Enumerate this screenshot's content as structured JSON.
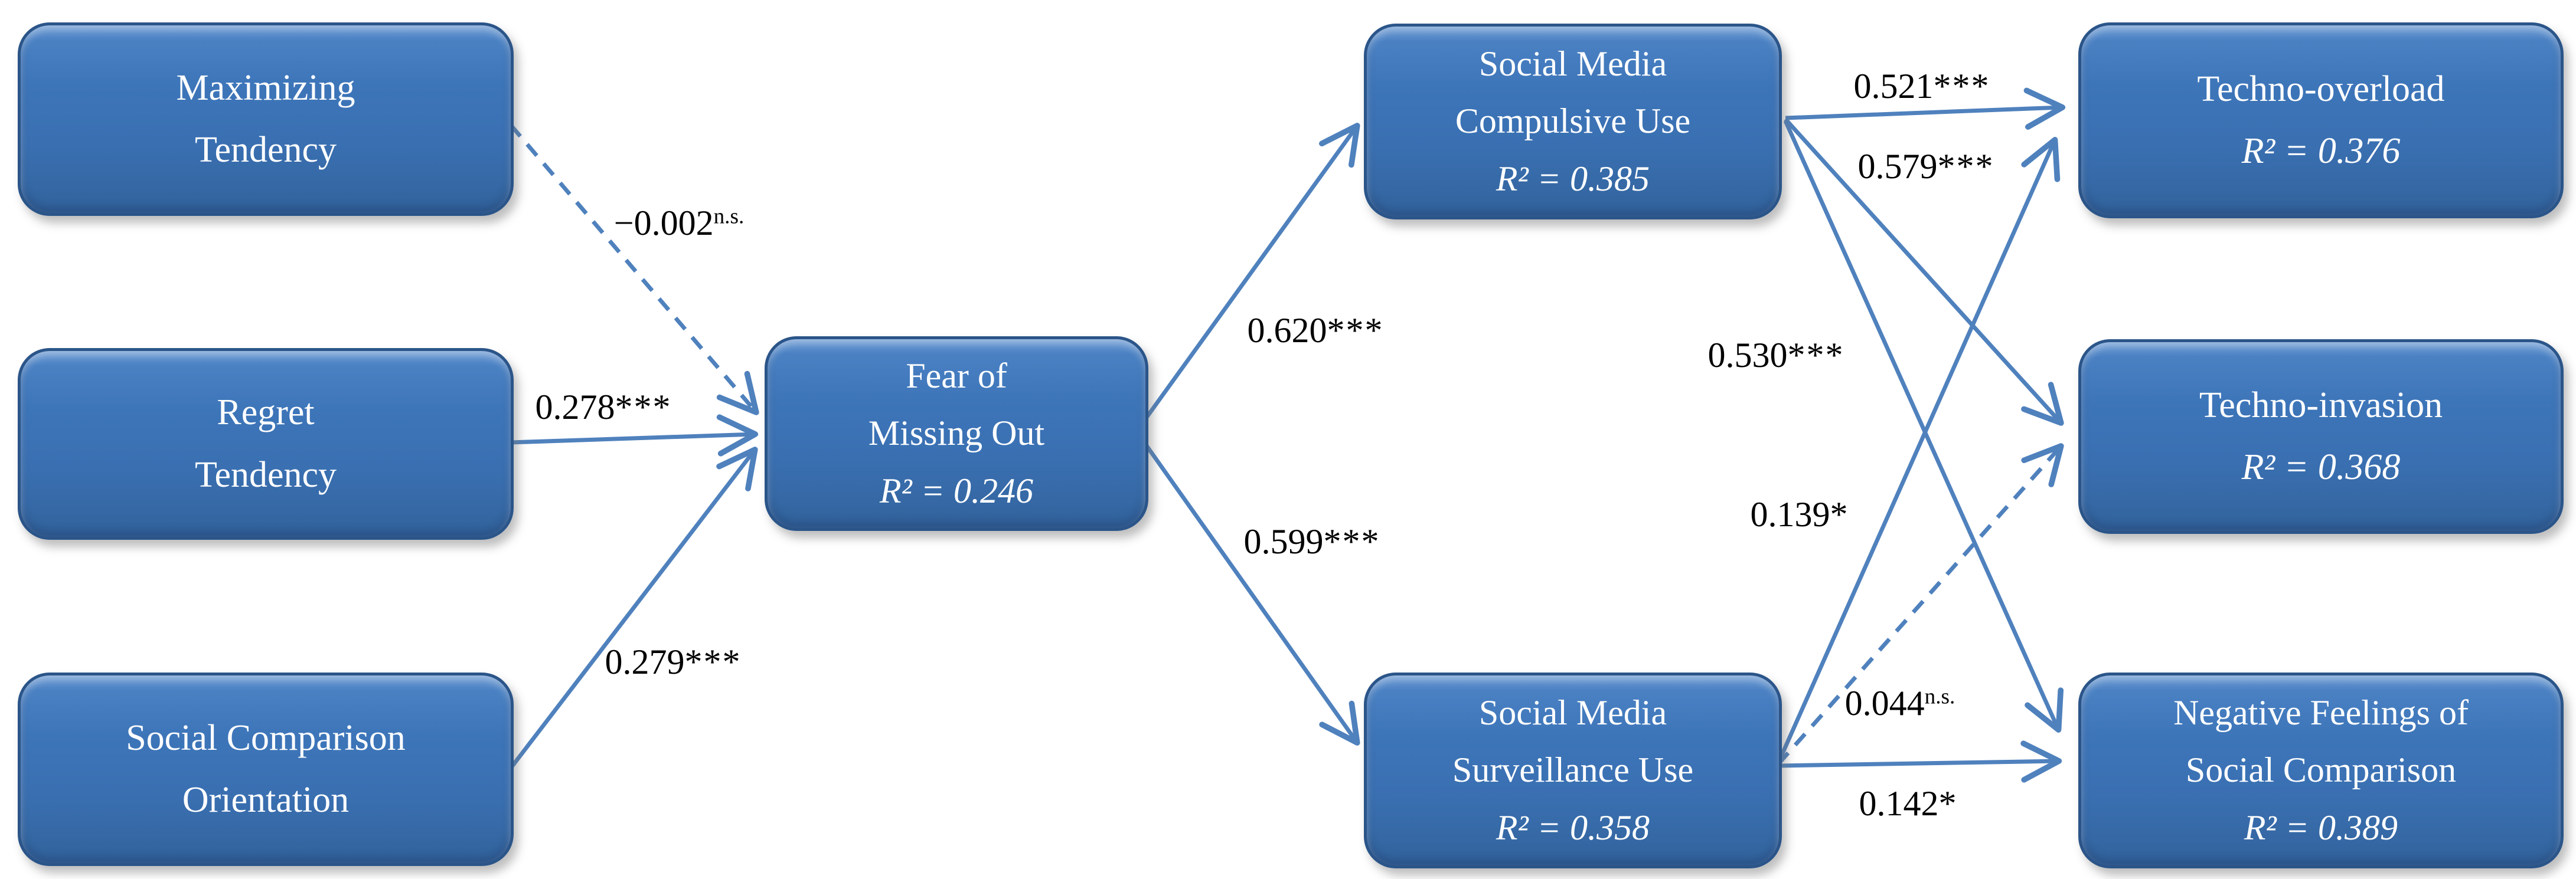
{
  "figure": {
    "type": "path-diagram",
    "background": "#ffffff",
    "colors": {
      "node_fill": "#3d75b9",
      "node_border": "#2b5589",
      "node_text": "#ffffff",
      "arrow": "#4f81bd",
      "path_label_text": "#000000"
    }
  },
  "nodes": {
    "maximizing": {
      "line1": "Maximizing",
      "line2": "Tendency"
    },
    "regret": {
      "line1": "Regret",
      "line2": "Tendency"
    },
    "social_comparison": {
      "line1": "Social Comparison",
      "line2": "Orientation"
    },
    "fomo": {
      "line1": "Fear of",
      "line2": "Missing Out",
      "r2": "R² = 0.246"
    },
    "smcu": {
      "line1": "Social Media",
      "line2": "Compulsive Use",
      "r2": "R² = 0.385"
    },
    "smsu": {
      "line1": "Social Media",
      "line2": "Surveillance Use",
      "r2": "R² = 0.358"
    },
    "techno_overload": {
      "line1": "Techno-overload",
      "r2": "R² = 0.376"
    },
    "techno_invasion": {
      "line1": "Techno-invasion",
      "r2": "R² = 0.368"
    },
    "negative_feelings": {
      "line1": "Negative Feelings of",
      "line2": "Social Comparison",
      "r2": "R² = 0.389"
    }
  },
  "paths": {
    "maximizing_fomo": {
      "coef": "−0.002",
      "sig": "n.s.",
      "style": "dashed"
    },
    "regret_fomo": {
      "coef": "0.278",
      "sig": "***",
      "style": "solid"
    },
    "sco_fomo": {
      "coef": "0.279",
      "sig": "***",
      "style": "solid"
    },
    "fomo_smcu": {
      "coef": "0.620",
      "sig": "***",
      "style": "solid"
    },
    "fomo_smsu": {
      "coef": "0.599",
      "sig": "***",
      "style": "solid"
    },
    "smcu_overload": {
      "coef": "0.521",
      "sig": "***",
      "style": "solid"
    },
    "smsu_overload": {
      "coef": "0.579",
      "sig": "***",
      "style": "solid"
    },
    "smcu_invasion": {
      "coef": "0.530",
      "sig": "***",
      "style": "solid"
    },
    "smcu_negative": {
      "coef": "0.139",
      "sig": "*",
      "style": "solid"
    },
    "smsu_invasion": {
      "coef": "0.044",
      "sig": "n.s.",
      "style": "dashed"
    },
    "smsu_negative": {
      "coef": "0.142",
      "sig": "*",
      "style": "solid"
    }
  }
}
